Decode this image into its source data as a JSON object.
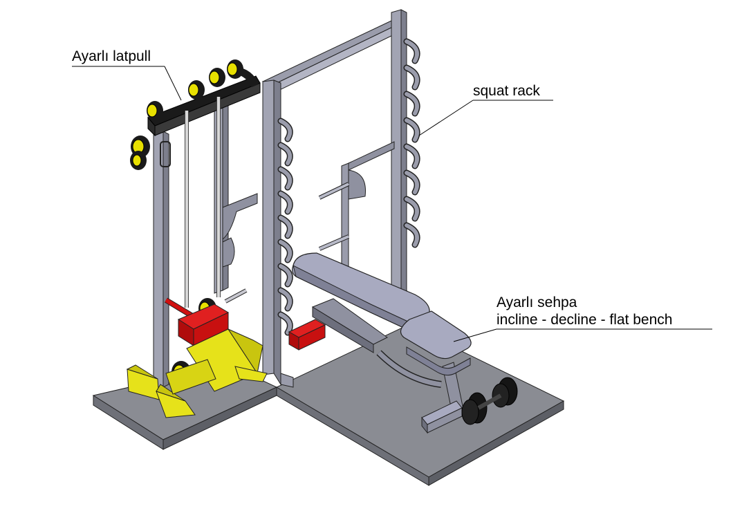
{
  "labels": {
    "latpull": "Ayarlı latpull",
    "squat_rack": "squat rack",
    "bench_line1": "Ayarlı sehpa",
    "bench_line2": "incline - decline - flat bench"
  },
  "colors": {
    "platform": "#8a8c93",
    "frame": "#9a9cab",
    "frame_dark": "#6d6f7d",
    "pulley_black": "#1a1a1a",
    "pulley_yellow": "#e8e000",
    "base_yellow": "#e6e21a",
    "weight_red": "#d01010",
    "bench_pad": "#a8aac0",
    "roller": "#151515"
  }
}
